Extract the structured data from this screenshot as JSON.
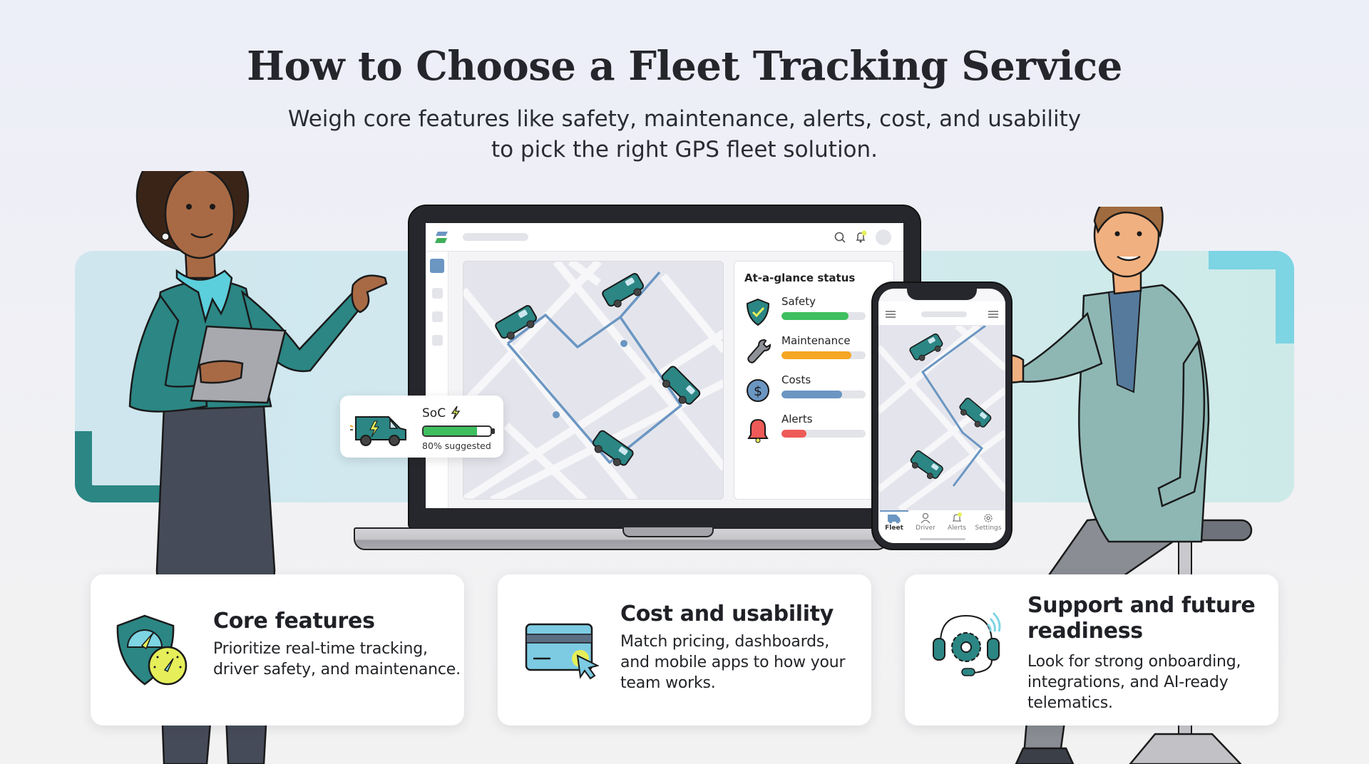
{
  "header": {
    "title": "How to Choose a Fleet Tracking Service",
    "subtitle_line1": "Weigh core features like safety, maintenance, alerts, cost, and usability",
    "subtitle_line2": "to pick the right GPS fleet solution."
  },
  "colors": {
    "teal": "#2b8684",
    "teal_dark": "#236e6c",
    "light_blue": "#7dd4e3",
    "band": "#d1e8ef",
    "route": "#6b96c2",
    "lime": "#e6ef5a",
    "safety": "#3fbf5f",
    "maintenance": "#f5a623",
    "costs": "#6b96c2",
    "alerts": "#ee5a57"
  },
  "laptop": {
    "app": {
      "topbar_icons": [
        "search-icon",
        "bell-icon",
        "avatar"
      ],
      "sidebar_items": 4,
      "status_panel": {
        "title": "At-a-glance status",
        "rows": [
          {
            "label": "Safety",
            "icon": "shield-check-icon",
            "percent": 80,
            "color": "#3fbf5f"
          },
          {
            "label": "Maintenance",
            "icon": "wrench-icon",
            "percent": 83,
            "color": "#f5a623"
          },
          {
            "label": "Costs",
            "icon": "dollar-coin-icon",
            "percent": 72,
            "color": "#6b96c2"
          },
          {
            "label": "Alerts",
            "icon": "bell-icon",
            "percent": 30,
            "color": "#ee5a57"
          }
        ]
      }
    }
  },
  "soc_card": {
    "label": "SoC",
    "percent": 80,
    "caption": "80% suggested"
  },
  "phone": {
    "tabs": [
      {
        "label": "Fleet",
        "icon": "van-icon",
        "active": true
      },
      {
        "label": "Driver",
        "icon": "user-icon",
        "active": false
      },
      {
        "label": "Alerts",
        "icon": "bell-icon",
        "active": false
      },
      {
        "label": "Settings",
        "icon": "gear-icon",
        "active": false
      }
    ]
  },
  "cards": [
    {
      "title": "Core features",
      "desc_lines": [
        "Prioritize real-time tracking,",
        "driver safety, and maintenance."
      ],
      "icon": "shield-gauge-icon"
    },
    {
      "title": "Cost and usability",
      "desc_lines": [
        "Match pricing, dashboards,",
        "and mobile apps to how your",
        "team works."
      ],
      "icon": "credit-card-cursor-icon"
    },
    {
      "title_lines": [
        "Support and future",
        "readiness"
      ],
      "desc_lines": [
        "Look for strong onboarding,",
        "integrations, and AI-ready",
        "telematics."
      ],
      "icon": "headset-gear-icon"
    }
  ]
}
